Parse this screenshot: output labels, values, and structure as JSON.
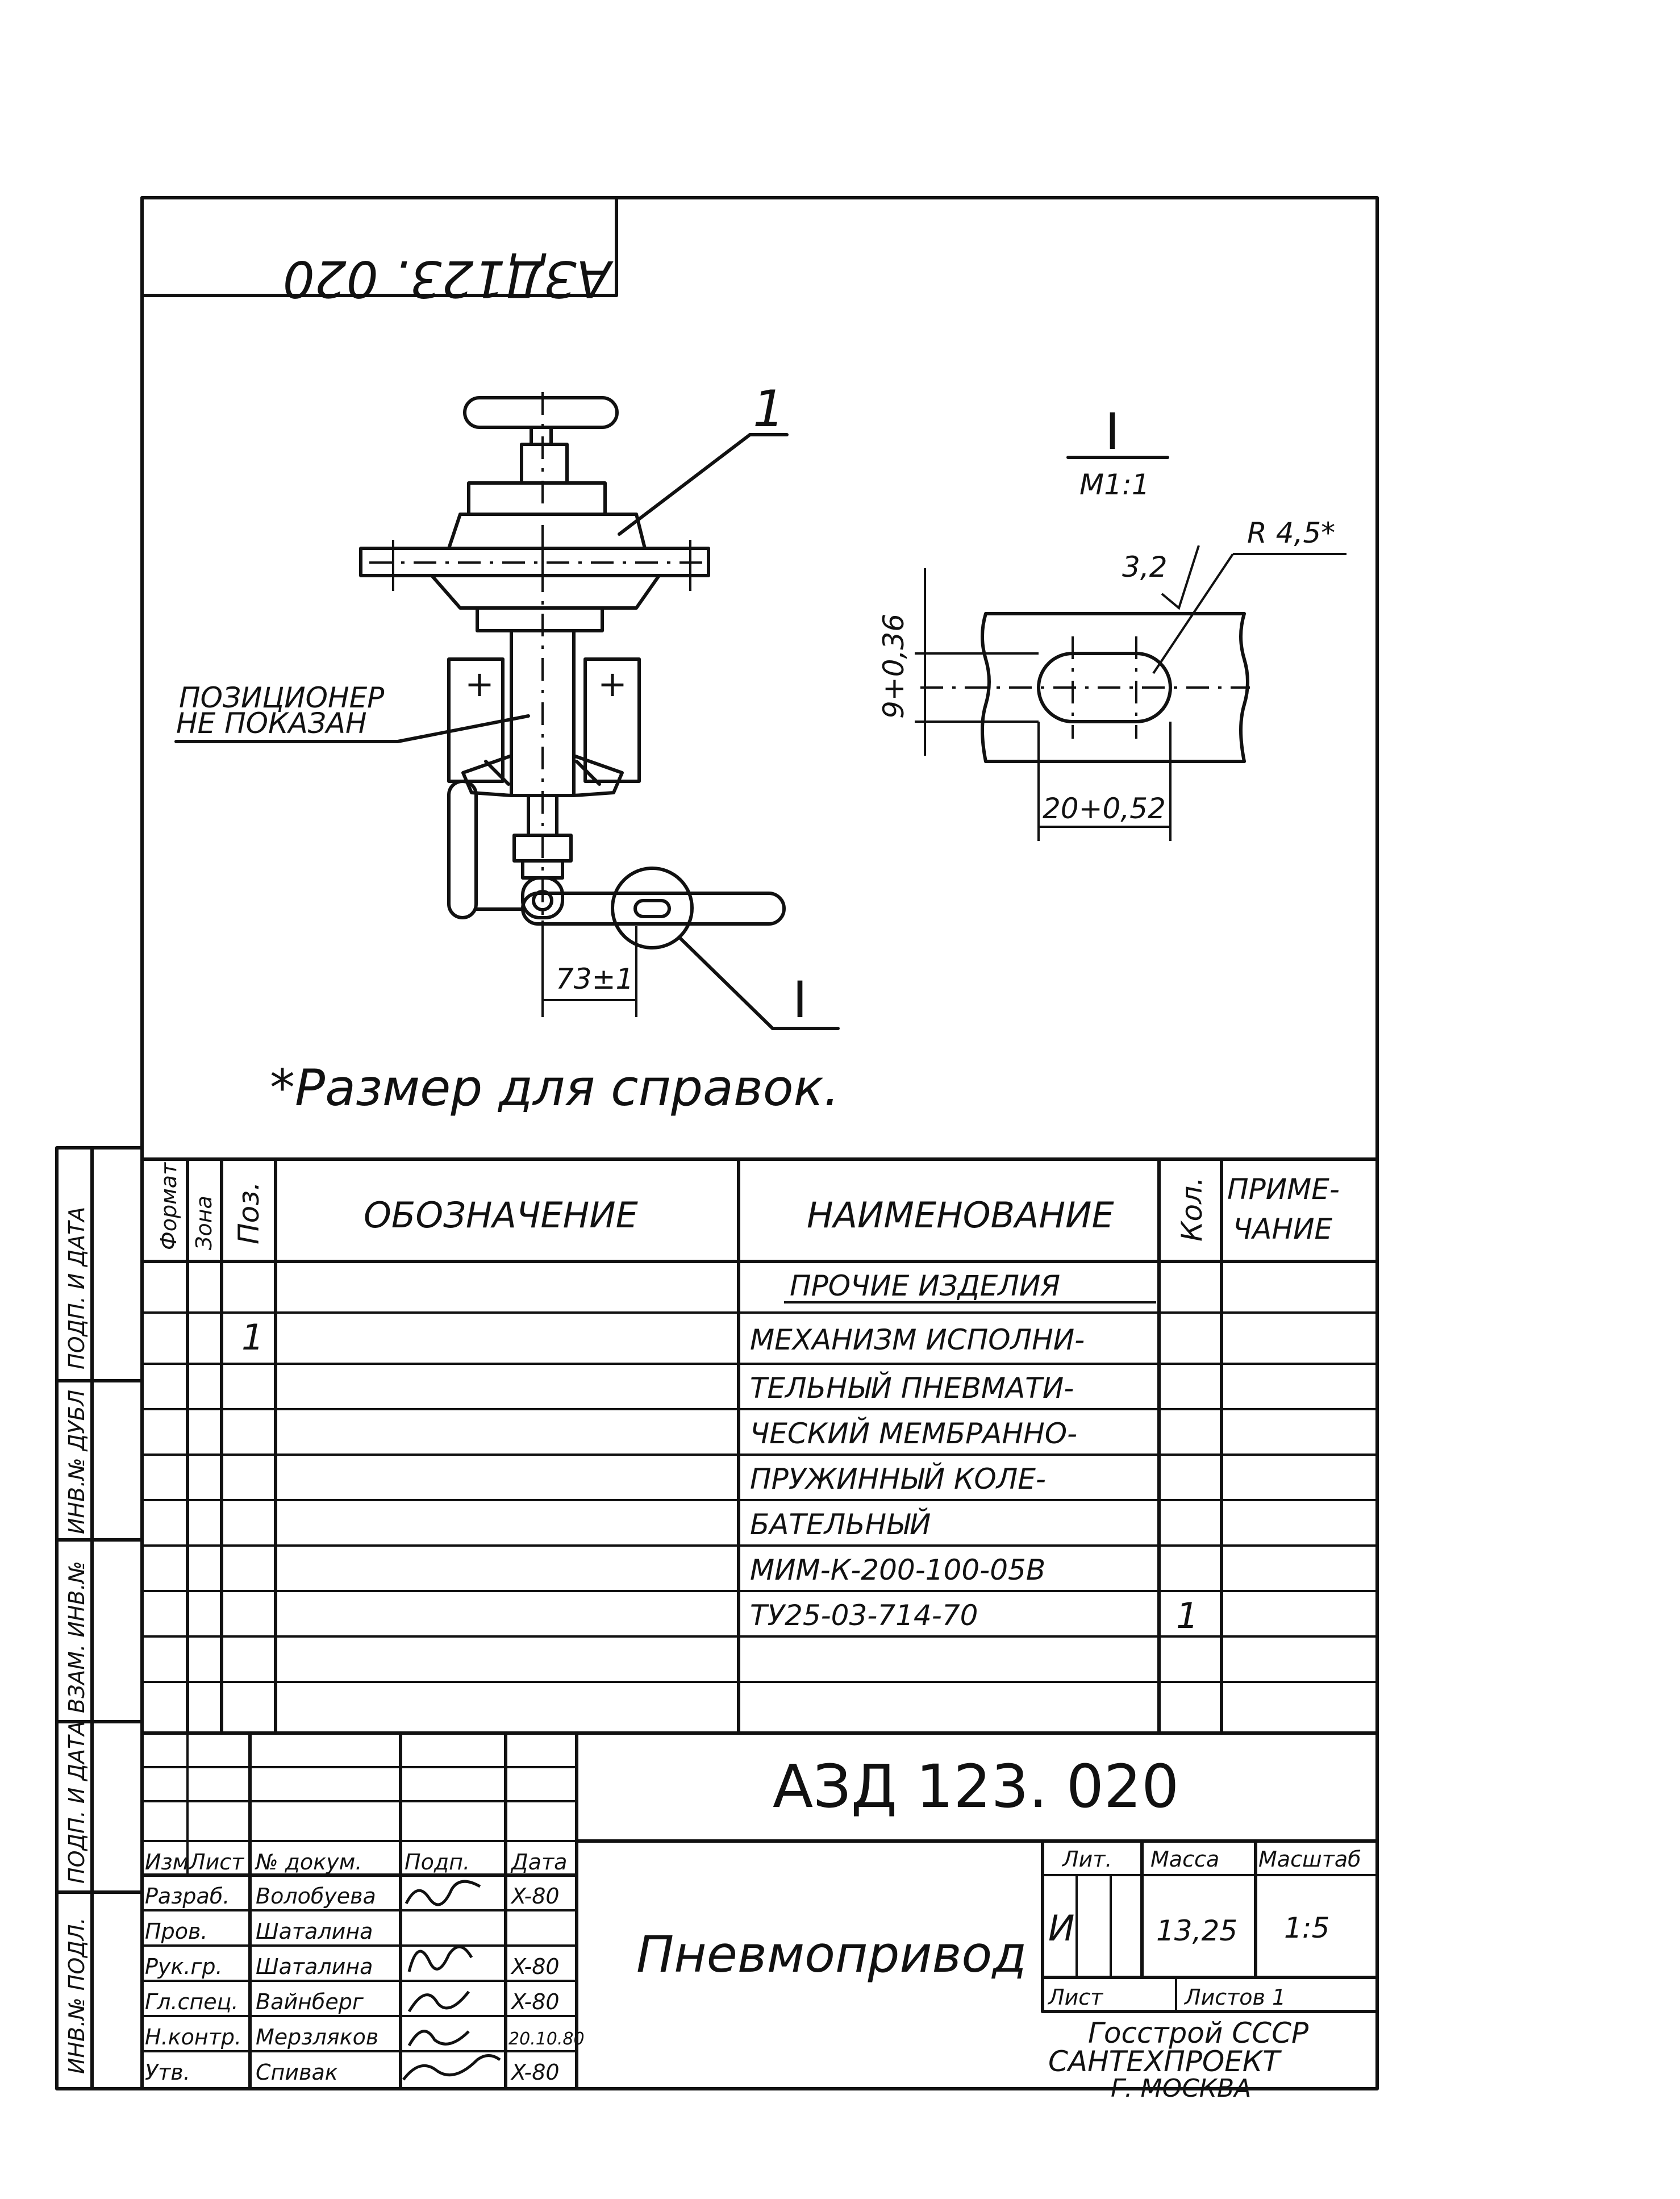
{
  "doc_code_top": "АЗД123. 020",
  "drawing": {
    "leader_1": "1",
    "positioner_note_1": "ПОЗИЦИОНЕР",
    "positioner_note_2": "НЕ ПОКАЗАН",
    "dim_73": "73±1",
    "callout_I": "I",
    "detail_title": "I",
    "detail_scale": "M1:1",
    "dim_r": "R 4,5*",
    "dim_32": "3,2",
    "dim_9": "9+0,36",
    "dim_20": "20+0,52",
    "reference_note": "*Размер   для  справок."
  },
  "spec_table": {
    "headers": {
      "format": "Формат",
      "zone": "Зона",
      "pos": "Поз.",
      "designation": "ОБОЗНАЧЕНИЕ",
      "name": "НАИМЕНОВАНИЕ",
      "qty": "Кол.",
      "note_1": "ПРИМЕ-",
      "note_2": "ЧАНИЕ"
    },
    "rows": [
      {
        "pos": "",
        "name": "ПРОЧИЕ  ИЗДЕЛИЯ",
        "qty": ""
      },
      {
        "pos": "1",
        "name": "МЕХАНИЗМ  ИСПОЛНИ-",
        "qty": ""
      },
      {
        "pos": "",
        "name": "ТЕЛЬНЫЙ  ПНЕВМАТИ-",
        "qty": ""
      },
      {
        "pos": "",
        "name": "ЧЕСКИЙ  МЕМБРАННО-",
        "qty": ""
      },
      {
        "pos": "",
        "name": "ПРУЖИННЫЙ  КОЛЕ-",
        "qty": ""
      },
      {
        "pos": "",
        "name": "БАТЕЛЬНЫЙ",
        "qty": ""
      },
      {
        "pos": "",
        "name": "МИМ-К-200-100-05В",
        "qty": ""
      },
      {
        "pos": "",
        "name": "ТУ25-03-714-70",
        "qty": "1"
      },
      {
        "pos": "",
        "name": "",
        "qty": ""
      }
    ]
  },
  "side_labels": {
    "podp_data_1": "ПОДП. И ДАТА",
    "inv_dubl": "ИНВ.№ ДУБЛ",
    "vzam_inv": "ВЗАМ. ИНВ.№",
    "podp_data_2": "ПОДП. И ДАТА",
    "inv_podl": "ИНВ.№ ПОДЛ."
  },
  "title_block": {
    "doc_code": "АЗД 123. 020",
    "name": "Пневмопривод",
    "header": {
      "izm": "Изм",
      "list": "Лист",
      "doc": "№ докум.",
      "podp": "Подп.",
      "data": "Дата"
    },
    "people": [
      {
        "role": "Разраб.",
        "surname": "Волобуева",
        "date": "X-80"
      },
      {
        "role": "Пров.",
        "surname": "Шаталина",
        "date": ""
      },
      {
        "role": "Рук.гр.",
        "surname": "Шаталина",
        "date": "X-80"
      },
      {
        "role": "Гл.спец.",
        "surname": "Вайнберг",
        "date": "X-80"
      },
      {
        "role": "Н.контр.",
        "surname": "Мерзляков",
        "date": "20.10.80"
      },
      {
        "role": "Утв.",
        "surname": "Спивак",
        "date": "X-80"
      }
    ],
    "lit_label": "Лит.",
    "mass_label": "Масса",
    "scale_label": "Масштаб",
    "lit_value": "И",
    "mass_value": "13,25",
    "scale_value": "1:5",
    "sheet_label": "Лист",
    "sheets_label": "Листов 1",
    "org_1": "Госстрой СССР",
    "org_2": "САНТЕХПРОЕКТ",
    "org_3": "Г. МОСКВА"
  }
}
